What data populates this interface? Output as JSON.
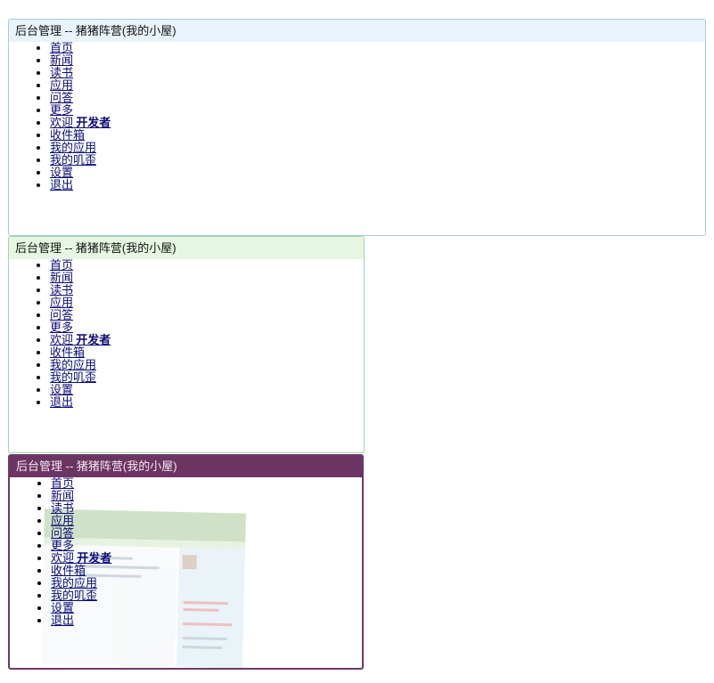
{
  "panels": [
    {
      "title": "后台管理 -- 猪猪阵营(我的小屋)",
      "nav": [
        "首页",
        "新闻",
        "读书",
        "应用",
        "问答",
        "更多"
      ],
      "user_menu": {
        "welcome_prefix": "欢迎",
        "username": "开发者",
        "items": [
          "收件箱",
          "我的应用",
          "我的叽歪",
          "设置",
          "退出"
        ]
      }
    },
    {
      "title": "后台管理 -- 猪猪阵营(我的小屋)",
      "nav": [
        "首页",
        "新闻",
        "读书",
        "应用",
        "问答",
        "更多"
      ],
      "user_menu": {
        "welcome_prefix": "欢迎",
        "username": "开发者",
        "items": [
          "收件箱",
          "我的应用",
          "我的叽歪",
          "设置",
          "退出"
        ]
      }
    },
    {
      "title": "后台管理 -- 猪猪阵营(我的小屋)",
      "nav": [
        "首页",
        "新闻",
        "读书",
        "应用",
        "问答",
        "更多"
      ],
      "user_menu": {
        "welcome_prefix": "欢迎",
        "username": "开发者",
        "items": [
          "收件箱",
          "我的应用",
          "我的叽歪",
          "设置",
          "退出"
        ]
      }
    }
  ],
  "colors": {
    "theme_blue_header": "#e9f3fb",
    "theme_green_header": "#e6f7e3",
    "theme_purple_header": "#6b3462",
    "link": "#0b0b7a"
  }
}
